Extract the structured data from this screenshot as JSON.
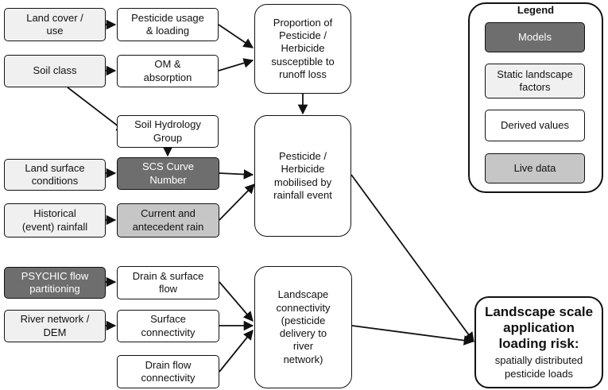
{
  "legend": {
    "title": "Legend",
    "models": "Models",
    "static": "Static landscape\nfactors",
    "derived": "Derived values",
    "live": "Live data"
  },
  "nodes": {
    "land_cover": "Land cover /\nuse",
    "pesticide_usage": "Pesticide usage\n& loading",
    "proportion": "Proportion of\nPesticide /\nHerbicide\nsusceptible to\nrunoff loss",
    "soil_class": "Soil class",
    "om_absorption": "OM &\nabsorption",
    "soil_hydrology": "Soil Hydrology\nGroup",
    "land_surface": "Land surface\nconditions",
    "scs_curve": "SCS Curve\nNumber",
    "mobilised": "Pesticide /\nHerbicide\nmobilised by\nrainfall event",
    "historical_rainfall": "Historical\n(event) rainfall",
    "current_rain": "Current and\nantecedent rain",
    "psychic": "PSYCHIC flow\npartitioning",
    "drain_surface_flow": "Drain & surface\nflow",
    "river_network": "River network /\nDEM",
    "surface_connectivity": "Surface\nconnectivity",
    "drain_flow_connectivity": "Drain flow\nconnectivity",
    "landscape_connectivity": "Landscape\nconnectivity\n(pesticide\ndelivery to\nriver\nnetwork)",
    "final_title": "Landscape scale\napplication\nloading risk:",
    "final_sub": "spatially distributed\npesticide loads"
  }
}
